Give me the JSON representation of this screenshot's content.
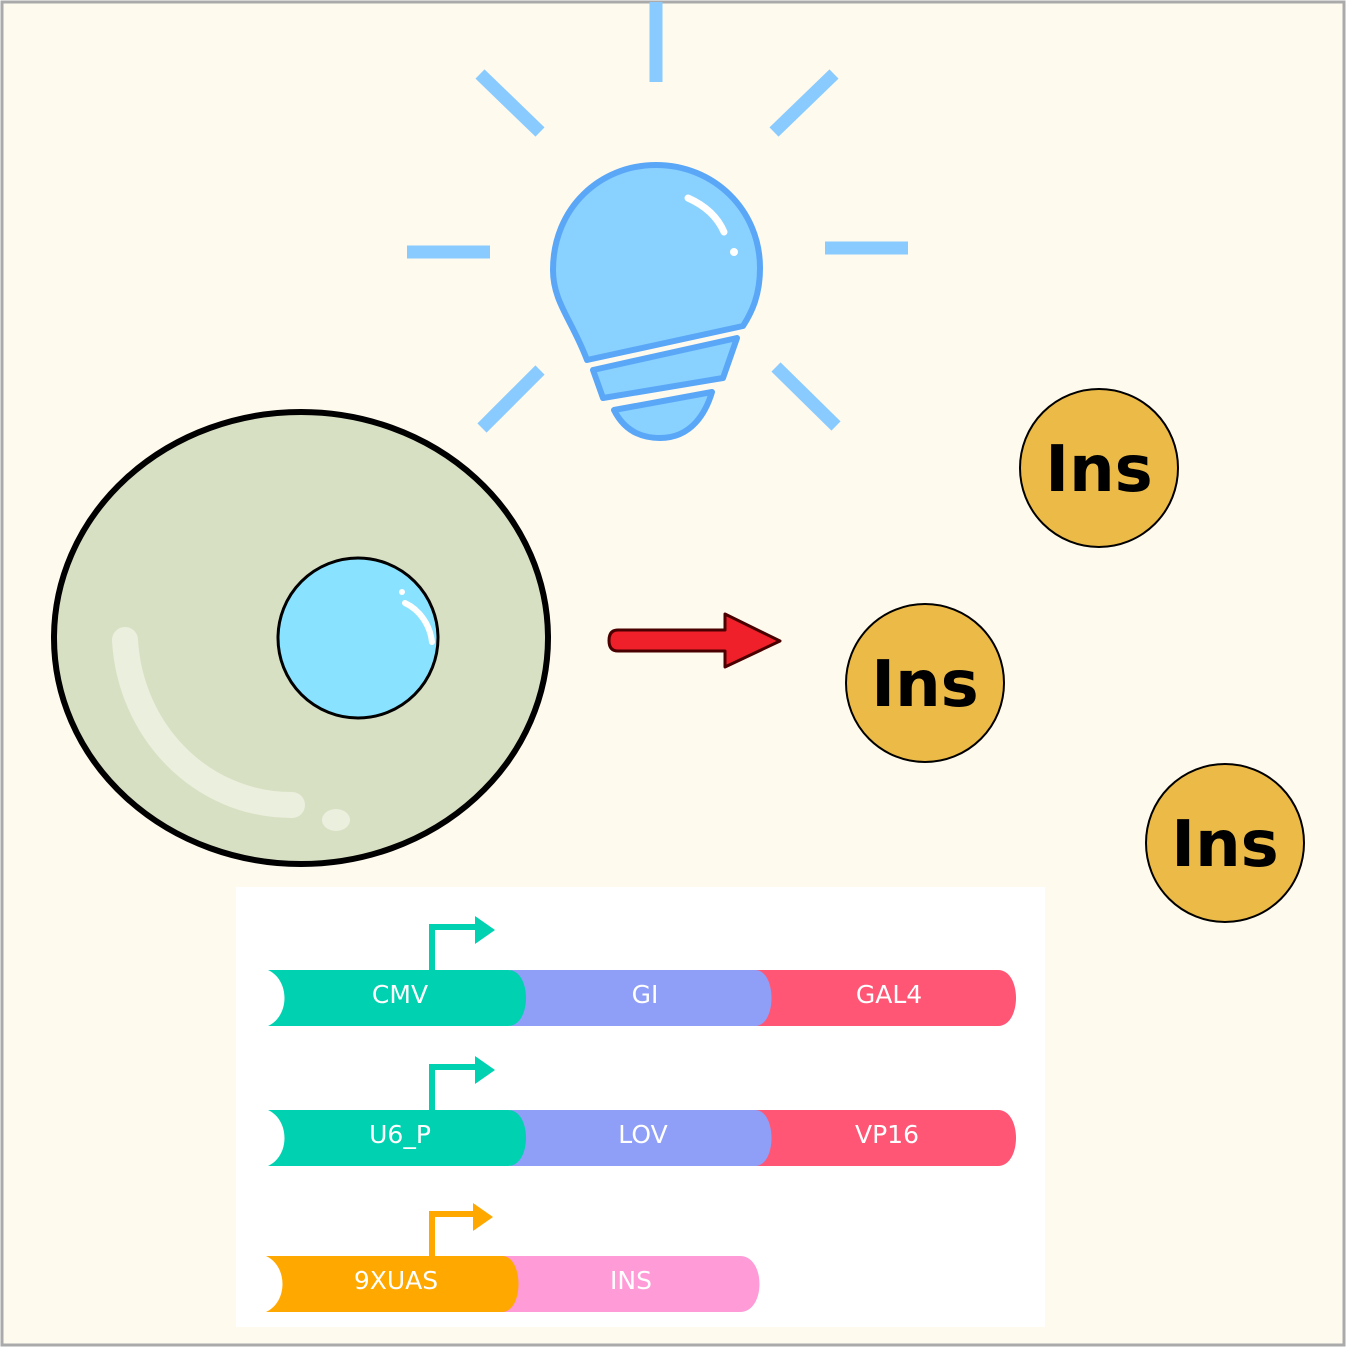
{
  "colors": {
    "background": "#fffaee",
    "frame": "#aaaaaa",
    "bulb_fill": "#89d1ff",
    "bulb_stroke": "#5aa7f7",
    "light_rays": "#89cbff",
    "cell_fill": "#d8e0c3",
    "nucleus_fill": "#89e2ff",
    "arrow": "#f0202a",
    "insulin": "#ecbb47",
    "panel": "#ffffff",
    "promoter": "#00d1b0",
    "linker": "#8f9ff8",
    "effector": "#ff5675",
    "uas_promoter": "#ffa800",
    "ins_gene": "#ff9bd7"
  },
  "insulin_label": "Ins",
  "constructs": [
    {
      "parts": [
        {
          "label": "CMV",
          "role": "promoter"
        },
        {
          "label": "GI",
          "role": "linker"
        },
        {
          "label": "GAL4",
          "role": "effector"
        }
      ]
    },
    {
      "parts": [
        {
          "label": "U6_P",
          "role": "promoter"
        },
        {
          "label": "LOV",
          "role": "linker"
        },
        {
          "label": "VP16",
          "role": "effector"
        }
      ]
    },
    {
      "parts": [
        {
          "label": "9XUAS",
          "role": "uas_promoter"
        },
        {
          "label": "INS",
          "role": "ins_gene"
        }
      ]
    }
  ]
}
